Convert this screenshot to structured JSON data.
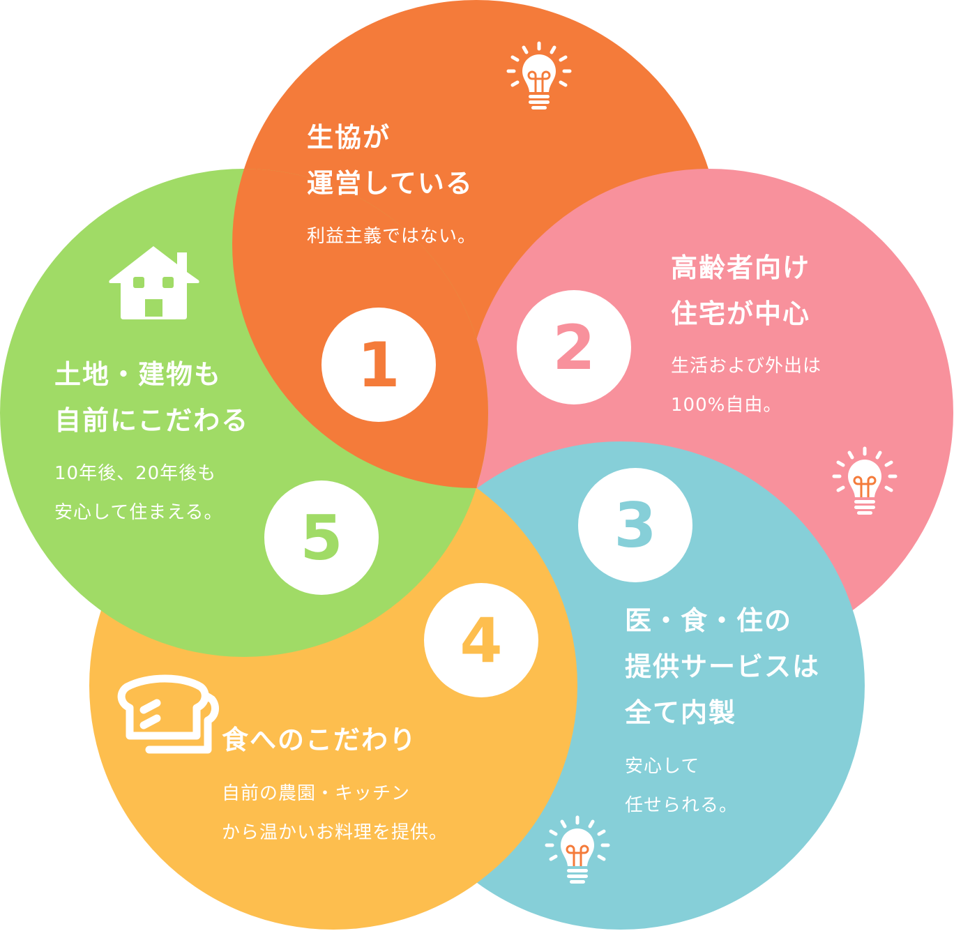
{
  "colors": {
    "orange": "#F47B3A",
    "pink": "#F8919C",
    "blue": "#86CFD8",
    "yellow": "#FDBE4E",
    "green": "#A0DB66"
  },
  "items": [
    {
      "number": "1",
      "title_lines": [
        "生協が",
        "運営している"
      ],
      "body_lines": [
        "利益主義ではない。"
      ],
      "icon": "lightbulb-icon"
    },
    {
      "number": "2",
      "title_lines": [
        "高齢者向け",
        "住宅が中心"
      ],
      "body_lines": [
        "生活および外出は",
        "100%自由。"
      ],
      "icon": "lightbulb-icon"
    },
    {
      "number": "3",
      "title_lines": [
        "医・食・住の",
        "提供サービスは",
        "全て内製"
      ],
      "body_lines": [
        "安心して",
        "任せられる。"
      ],
      "icon": "lightbulb-icon"
    },
    {
      "number": "4",
      "title_lines": [
        "食へのこだわり"
      ],
      "body_lines": [
        "自前の農園・キッチン",
        "から温かいお料理を提供。"
      ],
      "icon": "bread-icon"
    },
    {
      "number": "5",
      "title_lines": [
        "土地・建物も",
        "自前にこだわる"
      ],
      "body_lines": [
        "10年後、20年後も",
        "安心して住まえる。"
      ],
      "icon": "house-icon"
    }
  ]
}
